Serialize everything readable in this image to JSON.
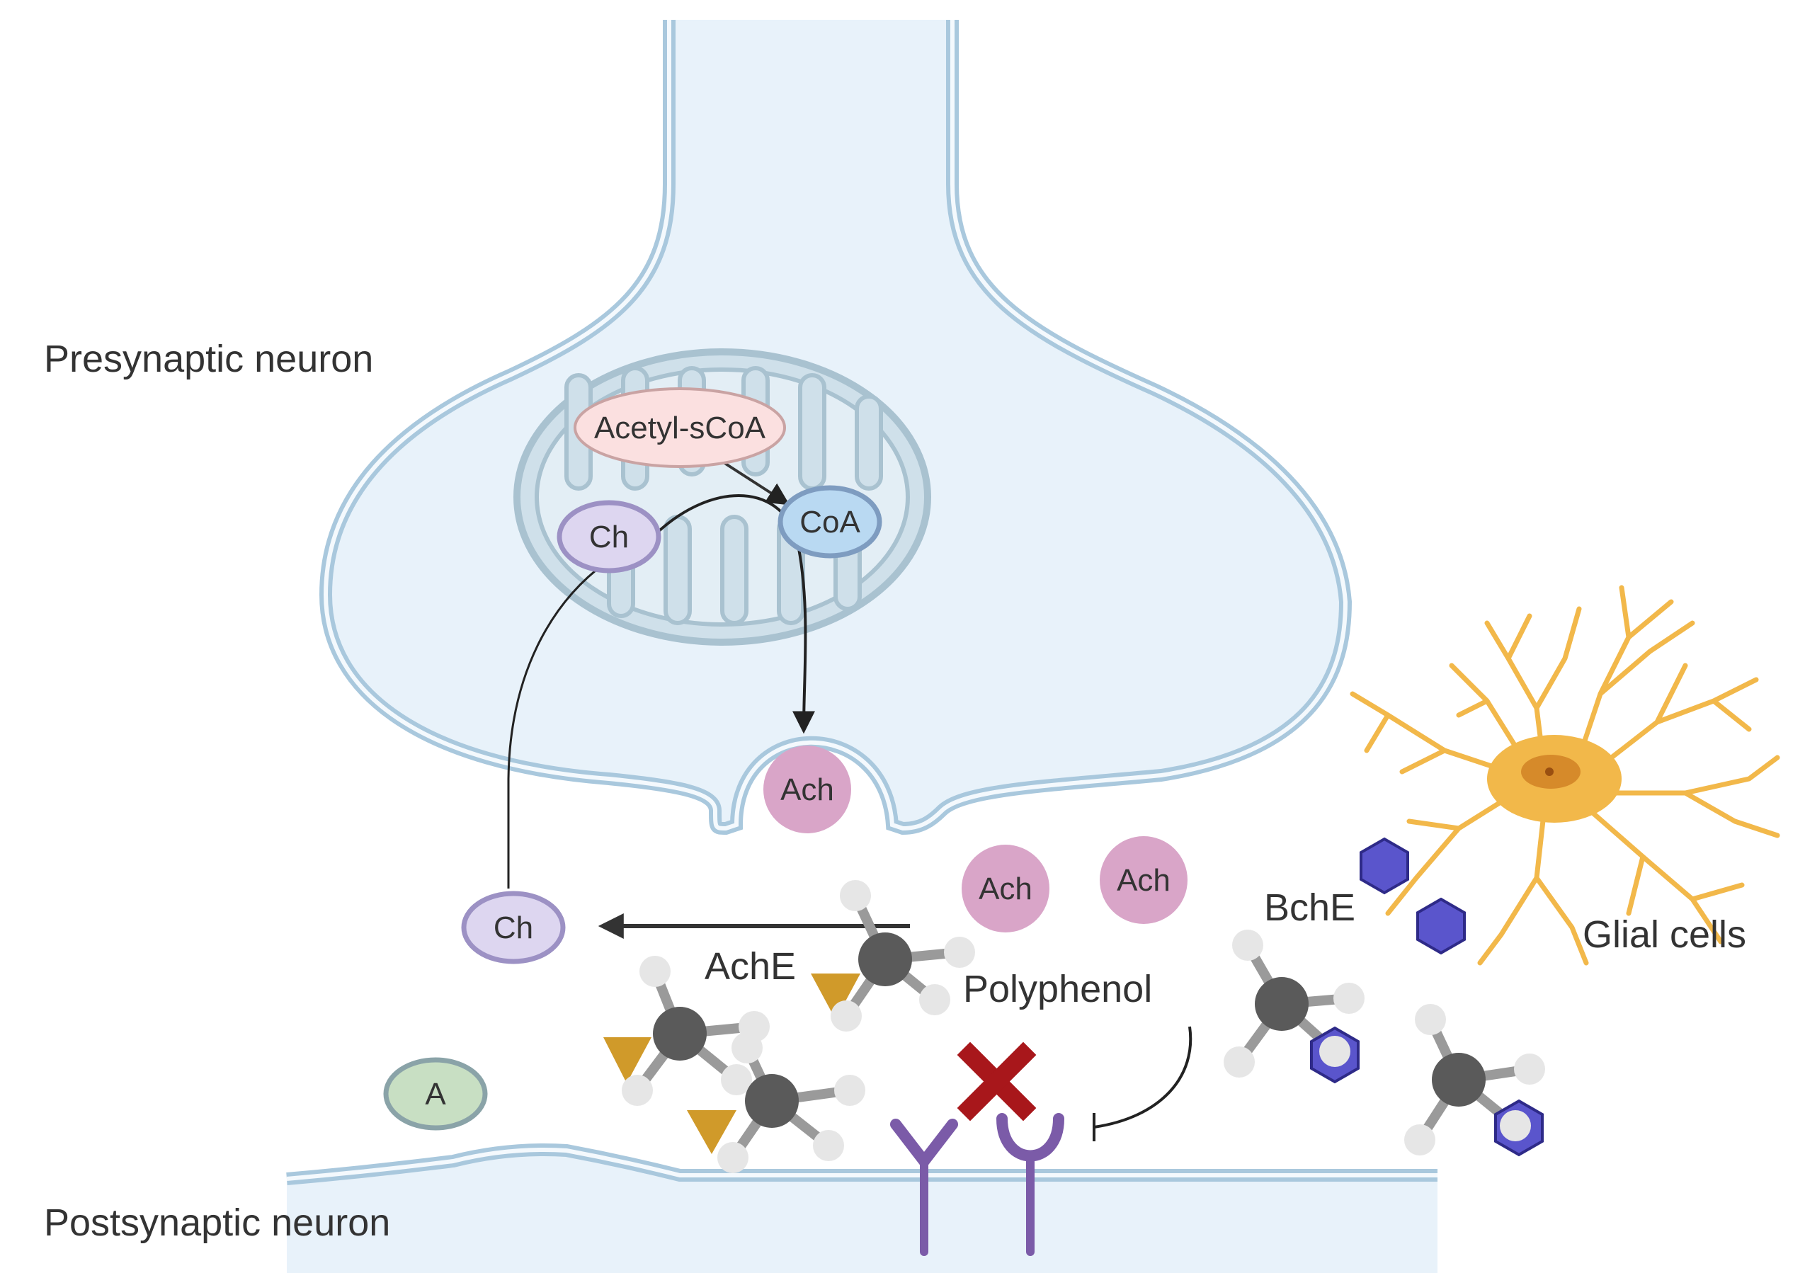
{
  "labels": {
    "presynaptic": "Presynaptic neuron",
    "postsynaptic": "Postsynaptic neuron",
    "glial": "Glial cells",
    "polyphenol": "Polyphenol",
    "ache": "AchE",
    "bche": "BchE"
  },
  "molecules": {
    "acetyl_scoa": "Acetyl-sCoA",
    "coa": "CoA",
    "ch_mito": "Ch",
    "ch_cleft": "Ch",
    "ach_vesicle": "Ach",
    "ach_cleft_1": "Ach",
    "ach_cleft_2": "Ach",
    "a": "A"
  },
  "colors": {
    "membrane_fill": "#e8f2fa",
    "membrane_stroke": "#a9c8dd",
    "mitochondrion": "#cfe0ea",
    "ach": "#d9a5c8",
    "ch": "#ddd6f0",
    "coa": "#b9d9f2",
    "acetyl_scoa": "#fbe0e0",
    "a": "#c8dfc3",
    "enzyme_ache": "#d09a2a",
    "enzyme_bche": "#5a55cc",
    "receptor": "#7b5ba8",
    "block_x": "#a8171b",
    "glial": "#f2b84a",
    "atom_core": "#5a5a5a",
    "atom_h": "#e6e6e6"
  }
}
